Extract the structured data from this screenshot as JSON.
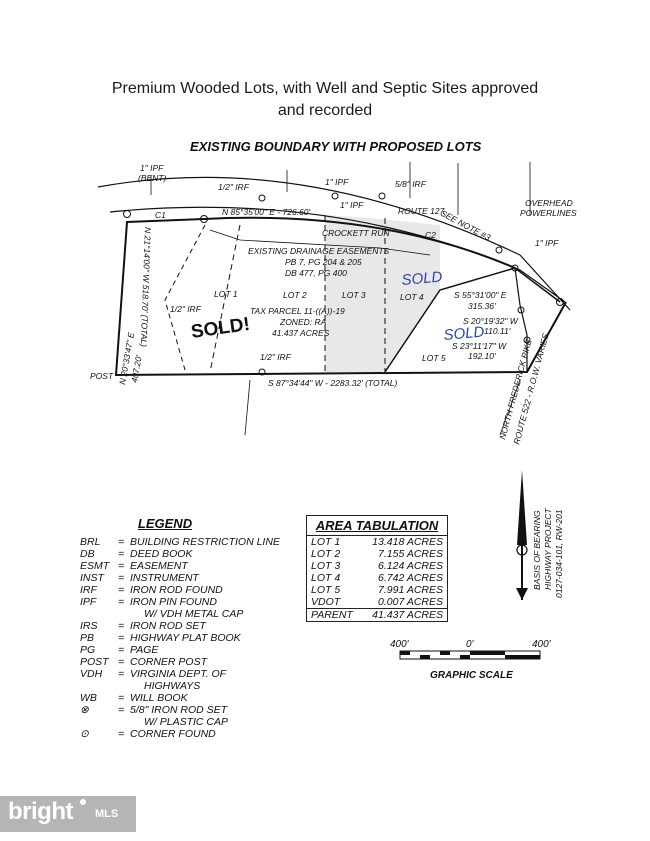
{
  "header": {
    "line1": "Premium Wooded Lots, with Well and Septic Sites approved",
    "line2": "and recorded"
  },
  "plat": {
    "title": "EXISTING BOUNDARY WITH PROPOSED LOTS",
    "labels": {
      "ipf_bent": "1\" IPF",
      "ipf_bent2": "(BENT)",
      "irf_half_top": "1/2\" IRF",
      "ipf_top": "1\" IPF",
      "ipf_58": "5/8\" IRF",
      "overhead1": "OVERHEAD",
      "overhead2": "POWERLINES",
      "c1": "C1",
      "bearing_top": "N 85°35'00\" E - 726.60'",
      "ipf_road": "1\" IPF",
      "route127": "ROUTE 127",
      "seenote": "SEE NOTE #3",
      "crockett": "CROCKETT RUN",
      "c2": "C2",
      "ipf_right": "1\" IPF",
      "left_bearing": "N 21°14'00\" W 518.70' (TOTAL)",
      "drain1": "EXISTING DRAINAGE EASEMENTS",
      "drain2": "PB 7, PG 204 & 205",
      "drain3": "DB 477, PG 400",
      "lot1": "LOT 1",
      "lot2": "LOT 2",
      "lot3": "LOT 3",
      "lot4": "LOT 4",
      "lot5": "LOT 5",
      "irf_left": "1/2\" IRF",
      "sold1": "SOLD!",
      "sold2": "SOLD",
      "sold3": "SOLD",
      "tax1": "TAX PARCEL 11-((A))-19",
      "tax2": "ZONED: RA",
      "tax3": "41.437 ACRES",
      "s55": "S 55°31'00\" E",
      "s55b": "315.36'",
      "s20": "S 20°19'32\" W",
      "s20b": "110.11'",
      "s23": "S 23°11'17\" W",
      "s23b": "192.10'",
      "irf_bottom": "1/2\" IRF",
      "post": "POST",
      "n20": "N 20°33'47\" E",
      "n20b": "407.20'",
      "bottom_bearing": "S 87°34'44\" W - 2283.32' (TOTAL)",
      "pike1": "NORTH FREDERICK PIKE",
      "pike2": "ROUTE 522 - R.O.W. VARIES",
      "basis1": "BASIS OF BEARING",
      "basis2": "HIGHWAY PROJECT",
      "basis3": "0127-034-101, RW-201",
      "scale_left": "400'",
      "scale_mid": "0'",
      "scale_right": "400'",
      "scale_title": "GRAPHIC SCALE"
    }
  },
  "legend": {
    "title": "LEGEND",
    "items": [
      {
        "abbr": "BRL",
        "desc": "BUILDING RESTRICTION LINE"
      },
      {
        "abbr": "DB",
        "desc": "DEED BOOK"
      },
      {
        "abbr": "ESMT",
        "desc": "EASEMENT"
      },
      {
        "abbr": "INST",
        "desc": "INSTRUMENT"
      },
      {
        "abbr": "IRF",
        "desc": "IRON ROD FOUND"
      },
      {
        "abbr": "IPF",
        "desc": "IRON PIN FOUND"
      },
      {
        "abbr": "",
        "desc": "W/ VDH METAL CAP"
      },
      {
        "abbr": "IRS",
        "desc": "IRON ROD SET"
      },
      {
        "abbr": "PB",
        "desc": "HIGHWAY PLAT BOOK"
      },
      {
        "abbr": "PG",
        "desc": "PAGE"
      },
      {
        "abbr": "POST",
        "desc": "CORNER POST"
      },
      {
        "abbr": "VDH",
        "desc": "VIRGINIA DEPT. OF"
      },
      {
        "abbr": "",
        "desc": "HIGHWAYS"
      },
      {
        "abbr": "WB",
        "desc": "WILL BOOK"
      },
      {
        "abbr": "⊗",
        "desc": "5/8\" IRON ROD SET"
      },
      {
        "abbr": "",
        "desc": "W/ PLASTIC CAP"
      },
      {
        "abbr": "⊙",
        "desc": "CORNER FOUND"
      }
    ]
  },
  "area_tabulation": {
    "title": "AREA TABULATION",
    "rows": [
      {
        "name": "LOT 1",
        "value": "13.418 ACRES"
      },
      {
        "name": "LOT 2",
        "value": "7.155 ACRES"
      },
      {
        "name": "LOT 3",
        "value": "6.124 ACRES"
      },
      {
        "name": "LOT 4",
        "value": "6.742 ACRES"
      },
      {
        "name": "LOT 5",
        "value": "7.991 ACRES"
      },
      {
        "name": "VDOT",
        "value": "0.007 ACRES"
      }
    ],
    "parent": {
      "name": "PARENT",
      "value": "41.437 ACRES"
    }
  },
  "watermark": {
    "brand": "bright",
    "suffix": "MLS"
  },
  "colors": {
    "ink": "#111111",
    "sold_blue": "#2b46a8",
    "shade": "#e6e6e6"
  }
}
